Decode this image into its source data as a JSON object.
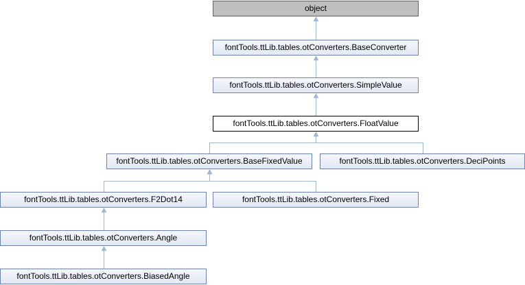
{
  "diagram": {
    "nodes": {
      "object": "object",
      "base_converter": "fontTools.ttLib.tables.otConverters.BaseConverter",
      "simple_value": "fontTools.ttLib.tables.otConverters.SimpleValue",
      "float_value": "fontTools.ttLib.tables.otConverters.FloatValue",
      "base_fixed_value": "fontTools.ttLib.tables.otConverters.BaseFixedValue",
      "deci_points": "fontTools.ttLib.tables.otConverters.DeciPoints",
      "f2dot14": "fontTools.ttLib.tables.otConverters.F2Dot14",
      "fixed": "fontTools.ttLib.tables.otConverters.Fixed",
      "angle": "fontTools.ttLib.tables.otConverters.Angle",
      "biased_angle": "fontTools.ttLib.tables.otConverters.BiasedAngle"
    },
    "edges": [
      {
        "from": "base_converter",
        "to": "object"
      },
      {
        "from": "simple_value",
        "to": "base_converter"
      },
      {
        "from": "float_value",
        "to": "simple_value"
      },
      {
        "from": "base_fixed_value",
        "to": "float_value"
      },
      {
        "from": "deci_points",
        "to": "float_value"
      },
      {
        "from": "f2dot14",
        "to": "base_fixed_value"
      },
      {
        "from": "fixed",
        "to": "base_fixed_value"
      },
      {
        "from": "angle",
        "to": "f2dot14"
      },
      {
        "from": "biased_angle",
        "to": "angle"
      }
    ],
    "edge_color": "#9ab7d4"
  }
}
